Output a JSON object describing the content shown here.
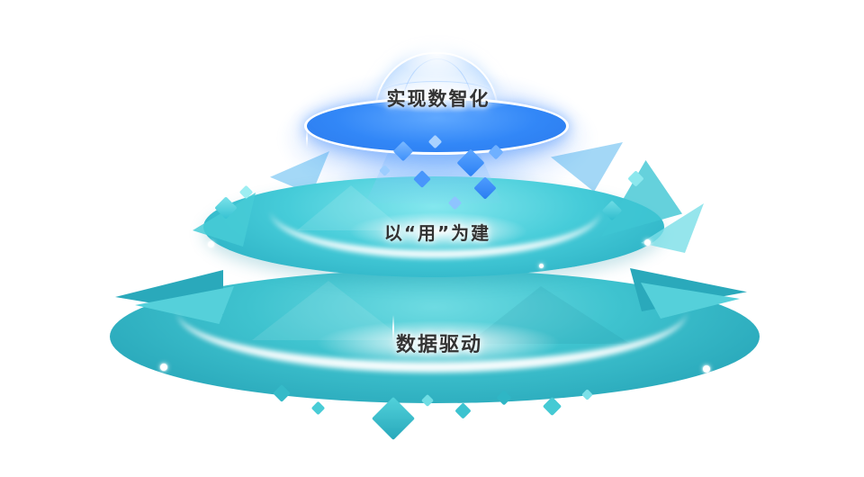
{
  "diagram_type": "layered-platform-pyramid",
  "tiers": [
    {
      "position": "top",
      "label": "实现数智化",
      "color": "#2f86f7"
    },
    {
      "position": "middle",
      "label": "以“用”为建",
      "color": "#38c6d6"
    },
    {
      "position": "bottom",
      "label": "数据驱动",
      "color": "#2fb4c4"
    }
  ],
  "colors": {
    "top_tier_blue": "#2f86f7",
    "middle_tier_cyan": "#38c6d6",
    "bottom_tier_teal": "#2fb4c4",
    "dome_light_blue": "#cfe6ff",
    "label_text": "#333333",
    "highlight_white": "#ffffff"
  }
}
